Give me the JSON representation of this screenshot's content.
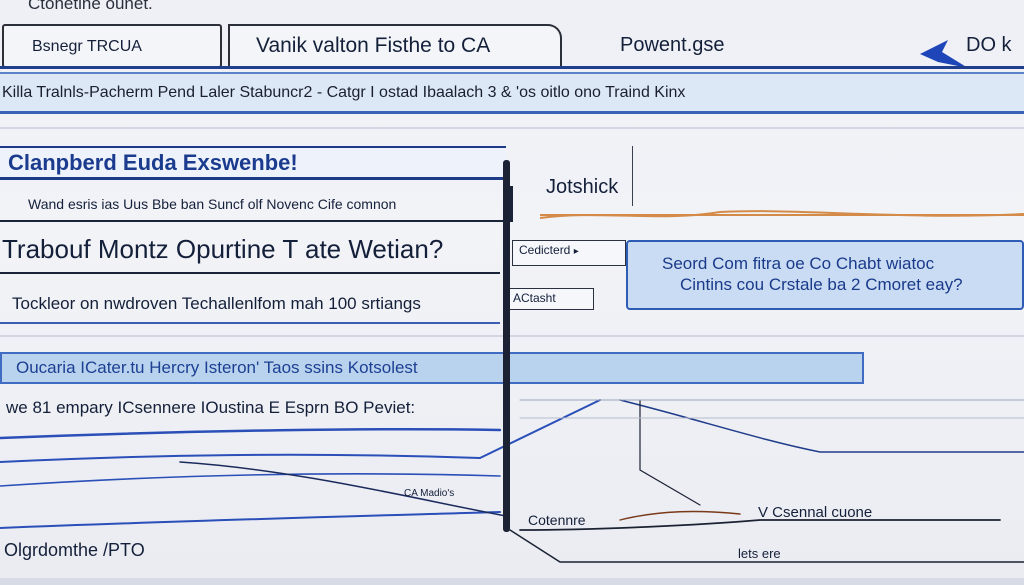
{
  "top_caption": "Ctohetine ounet.",
  "tabs": [
    {
      "label": "Bsnegr  TRCUA"
    },
    {
      "label": "Vanik valton Fisthe to CA"
    },
    {
      "label": "Powent.gse"
    }
  ],
  "corner_label": "DO k",
  "breadcrumb": "Killa Tralnls-Pacherm  Pend  Laler  Stabuncr2  - Catgr  I ostad  Ibaalach  3  &  'os  oitlo  ono  Traind  Kinx",
  "section": {
    "title": "Clanpberd  Euda  Exswenbe!",
    "subline": "Wand esris  ias   Uus Bbe  ban  Suncf  olf  Novenc  Cife  comnon",
    "heading": "Trabouf  Montz  Opurtine  T ate  Wetian?",
    "body": "Tockleor on  nwdroven  Techallenlfom  mah  100 srtiangs"
  },
  "right_panel": {
    "title": "Jotshick",
    "context_box": "Cedicterd",
    "action_box": "ACtasht",
    "callout_line1": "Seord  Com  fitra oe  Co  Chabt  wiatoc",
    "callout_line2": "Cintins  cou  Crstale  ba 2  Cmoret  eay?"
  },
  "banner": "Oucaria  ICater.tu  Hercry Isteron'  Taos ssins  Kotsolest",
  "list_line": "we  81  empary  ICsennere  IOustina E  Esprn  BO  Peviet:",
  "diagram_labels": [
    "CA Madio's",
    "Cotennre",
    "V  Csennal  cuone",
    "lets  ere"
  ],
  "bottom_label": "Olgrdomthe  /PTO",
  "colors": {
    "accent_blue": "#2d5cb5",
    "banner_fill": "#b9d3ee",
    "callout_fill": "#c9dcf4",
    "rule_orange": "#d48b4a",
    "ink": "#14203a"
  },
  "icons": [
    "corner-arrow-icon",
    "chevron-right-icon"
  ]
}
